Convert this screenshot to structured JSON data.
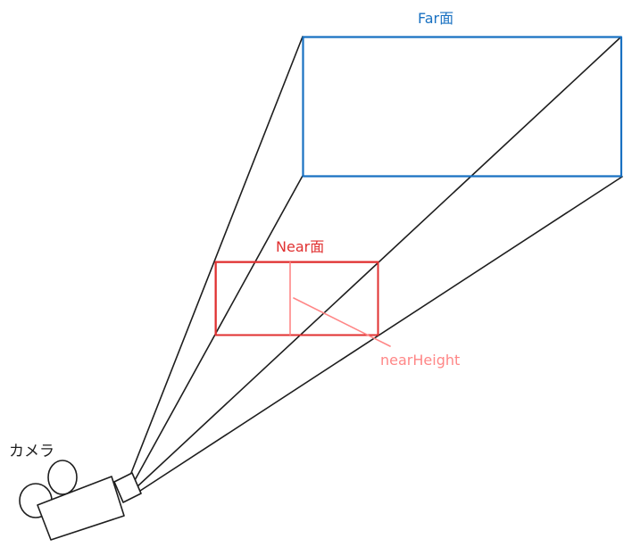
{
  "labels": {
    "far_plane": "Far面",
    "near_plane": "Near面",
    "near_height": "nearHeight",
    "camera": "カメラ"
  },
  "colors": {
    "far_plane": "#1971c2",
    "near_plane": "#e03131",
    "near_height": "#ff8787",
    "stroke": "#1e1e1e"
  },
  "icons": {
    "camera": "movie-camera-icon"
  }
}
